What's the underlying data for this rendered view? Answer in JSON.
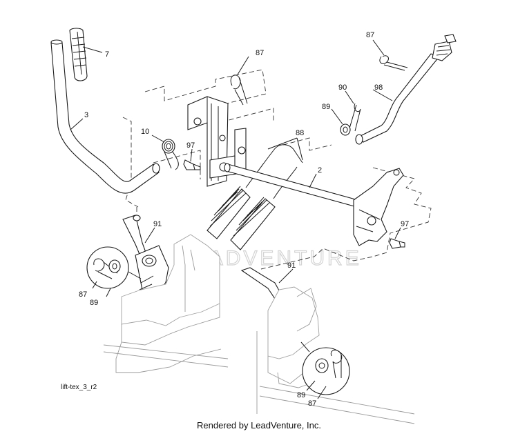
{
  "diagram": {
    "figure_id": "lift-tex_3_r2",
    "caption": "Rendered by LeadVenture, Inc.",
    "watermark": "LEADVENTURE",
    "callouts": [
      {
        "id": "c7",
        "text": "7"
      },
      {
        "id": "c3",
        "text": "3"
      },
      {
        "id": "c87a",
        "text": "87"
      },
      {
        "id": "c10",
        "text": "10"
      },
      {
        "id": "c97a",
        "text": "97"
      },
      {
        "id": "c88",
        "text": "88"
      },
      {
        "id": "c87b",
        "text": "87"
      },
      {
        "id": "c90",
        "text": "90"
      },
      {
        "id": "c98",
        "text": "98"
      },
      {
        "id": "c89a",
        "text": "89"
      },
      {
        "id": "c2",
        "text": "2"
      },
      {
        "id": "c91a",
        "text": "91"
      },
      {
        "id": "c97b",
        "text": "97"
      },
      {
        "id": "c87c",
        "text": "87"
      },
      {
        "id": "c89b",
        "text": "89"
      },
      {
        "id": "c91b",
        "text": "91"
      },
      {
        "id": "c89c",
        "text": "89"
      },
      {
        "id": "c87d",
        "text": "87"
      }
    ]
  }
}
